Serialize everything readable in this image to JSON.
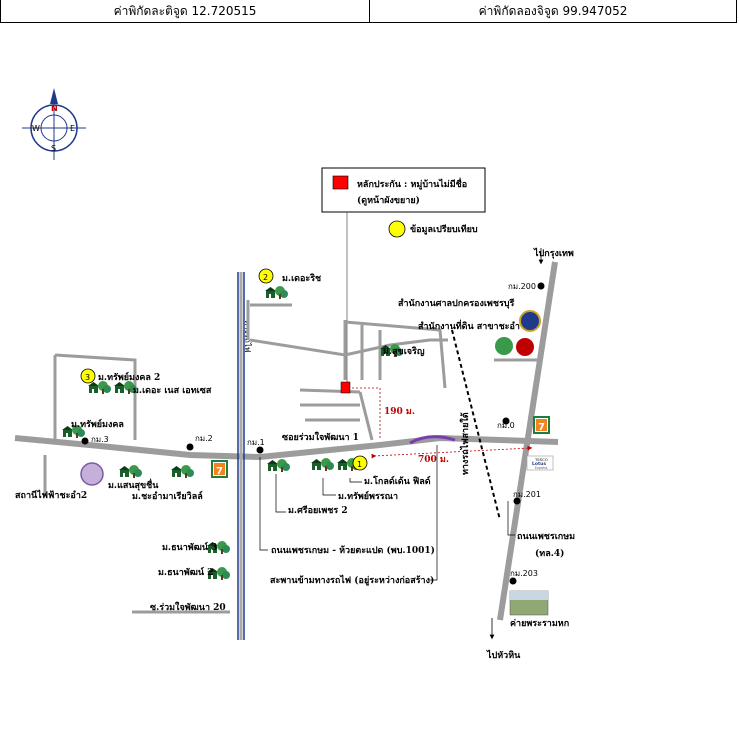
{
  "coords": {
    "lat_label": "ค่าพิกัดละติจูด 12.720515",
    "lon_label": "ค่าพิกัดลองจิจูด 99.947052"
  },
  "compass": {
    "n": "N",
    "e": "E",
    "s": "S",
    "w": "W"
  },
  "legend": {
    "collateral": "หลักประกัน : หมู่บ้านไม่มีชื่อ",
    "collateral_note": "(ดูหน้าผังขยาย)",
    "comparison": "ข้อมูลเปรียบเทียบ"
  },
  "comparables": [
    "1",
    "2",
    "3"
  ],
  "labels": {
    "to_bangkok": "ไปกรุงเทพ",
    "to_huahin": "ไปหัวหิน",
    "km200": "กม.200",
    "km201": "กม.201",
    "km203": "กม.203",
    "km0": "กม.0",
    "km1": "กม.1",
    "km2": "กม.2",
    "km3": "กม.3",
    "court": "สำนักงานศาลปกครองเพชรบุรี",
    "land_office": "สำนักงานที่ดิน สาขาชะอำ",
    "the_rich": "ม.เดอะริช",
    "suksan": "ม.สุขเจริญ",
    "supmongkol2": "ม.ทรัพย์มงคล 2",
    "the_nest": "ม.เดอะ เนส เอทเซส",
    "supmongkol": "ม.ทรัพย์มงคล",
    "soi1": "ซอยร่วมใจพัฒนา 1",
    "m190": "190 ม.",
    "m700": "700 ม.",
    "goldenfield": "ม.โกลด์เด้น ฟิลด์",
    "suppanna": "ม.ทรัพย์พรรณา",
    "sripetch2": "ม.ศรีอยเพชร 2",
    "sansuk": "ม.แสนสุขชื่น",
    "chaam_riviera": "ม.ชะอำมาเรียวิลล์",
    "substation": "สถานีไฟฟ้าชะอำ2",
    "rail": "ทางรถไฟ",
    "railway_route": "ทางรถไฟสายใต้",
    "petchkasem_road": "ถนนเพชรเกษม - ห้วยตะแปด (พบ.1001)",
    "bridge": "สะพานข้ามทางรถไฟ (อยู่ระหว่างก่อสร้าง)",
    "tanapat3": "ม.ธนาพัฒน์ 3",
    "tanapat2": "ม.ธนาพัฒน์ 2",
    "soi20": "ซ.ร่วมใจพัฒนา 20",
    "petchkasem_hwy": "ถนนเพชรเกษม",
    "hwy4": "(ทล.4)",
    "camp": "ค่ายพระรามหก",
    "seven": "7",
    "lotus_brand": "TESCO",
    "lotus_name": "Lotus",
    "lotus_sub": "Express"
  },
  "colors": {
    "road": "#9c9c9c",
    "collateral": "#ff0000",
    "comparison": "#ffff00",
    "tree": "#2e8b57"
  }
}
